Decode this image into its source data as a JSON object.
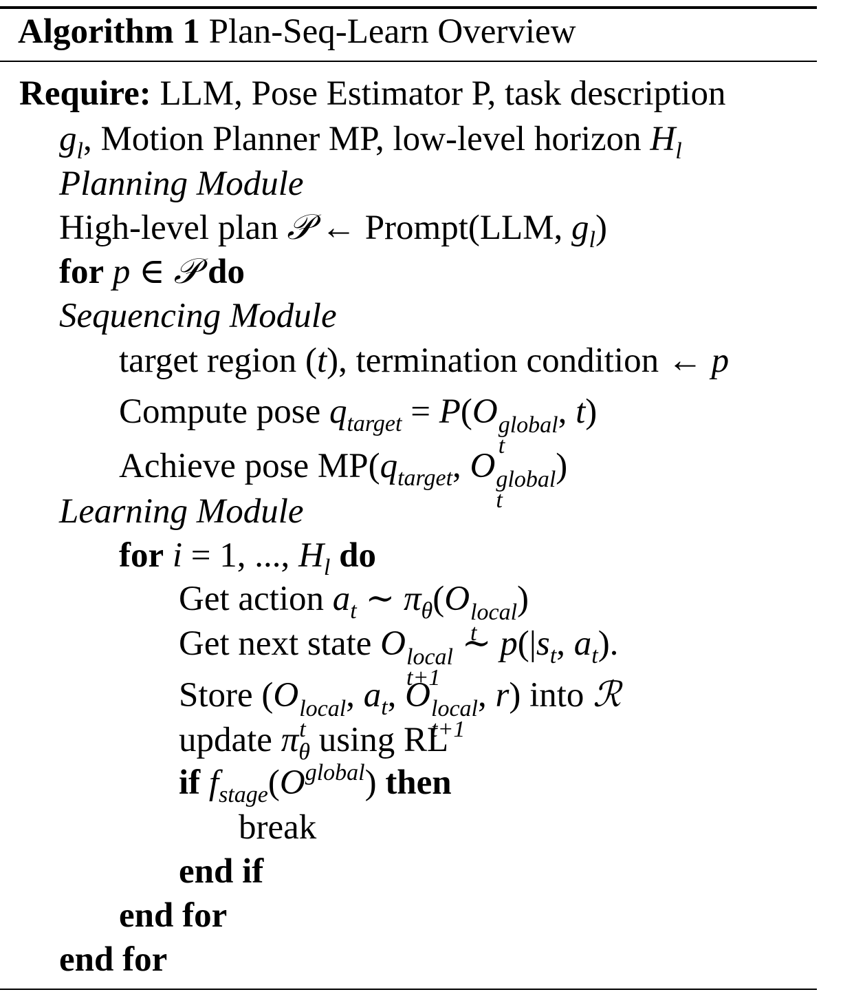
{
  "algorithm": {
    "label": "Algorithm 1",
    "title": "Plan-Seq-Learn Overview",
    "require_keyword": "Require:",
    "require_text": " LLM, Pose Estimator P, task description",
    "require_cont_tail": ", Motion Planner MP, low-level horizon ",
    "planning_module": "Planning Module",
    "high_level_plan": "High-level plan ",
    "prompt_text": " Prompt(LLM, ",
    "for_kw": "for",
    "do_kw": "do",
    "sequencing_module": "Sequencing Module",
    "target_region": "target region (",
    "target_region_tail": "), termination condition ",
    "compute_pose": "Compute pose ",
    "achieve_pose": "Achieve pose MP(",
    "learning_module": "Learning Module",
    "get_action": "Get action ",
    "get_next_state": "Get next state ",
    "store": "Store (",
    "into": ") into ",
    "update": "update ",
    "using_rl": " using RL",
    "if_kw": "if",
    "then_kw": "then",
    "break_kw": "break",
    "end_if": "end if",
    "end_for_inner": "end for",
    "end_for_outer": "end for"
  }
}
